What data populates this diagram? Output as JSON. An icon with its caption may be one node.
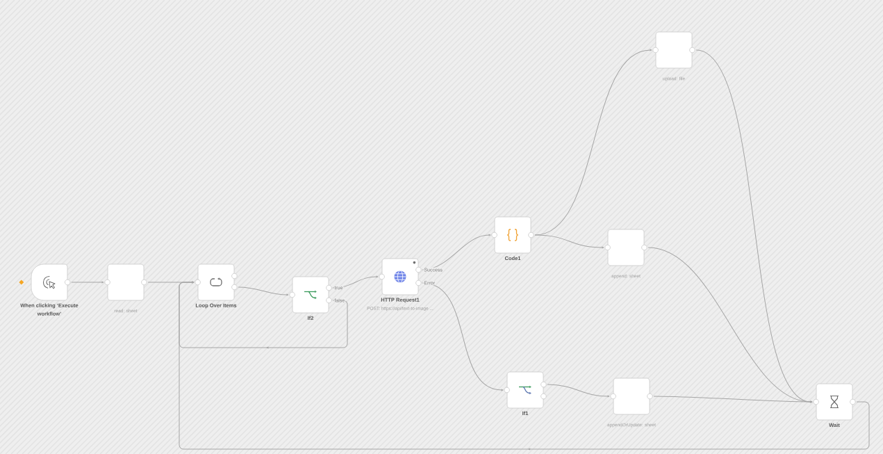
{
  "diagram": {
    "nodes": [
      {
        "text": [
          "When clicking ‘Execute workflow’"
        ]
      },
      {
        "text": [
          "read: sheet"
        ]
      },
      {
        "text": [
          "Loop Over Items"
        ]
      },
      {
        "text": [
          "If2"
        ]
      },
      {
        "text": [
          "HTTP Request1",
          "POST: https://api/text-to-image ..."
        ]
      },
      {
        "text": [
          "Code1"
        ]
      },
      {
        "text": [
          "upload: file"
        ]
      },
      {
        "text": [
          "append: sheet"
        ]
      },
      {
        "text": [
          "If1"
        ]
      },
      {
        "text": [
          "appendOrUpdate: sheet"
        ]
      },
      {
        "text": [
          "Wait"
        ]
      }
    ],
    "edges": [
      {
        "from": 0,
        "to": 1,
        "arrow": "to"
      },
      {
        "from": 1,
        "to": 2,
        "arrow": "to"
      },
      {
        "from": 2,
        "to": 3,
        "arrow": "to"
      },
      {
        "from": 3,
        "to": 4,
        "arrow": "to",
        "label": "true"
      },
      {
        "from": 3,
        "to": 2,
        "arrow": "to",
        "label": "false"
      },
      {
        "from": 4,
        "to": 5,
        "arrow": "to",
        "label": "Success"
      },
      {
        "from": 4,
        "to": 8,
        "arrow": "to",
        "label": "Error"
      },
      {
        "from": 5,
        "to": 6,
        "arrow": "to"
      },
      {
        "from": 5,
        "to": 7,
        "arrow": "to"
      },
      {
        "from": 8,
        "to": 9,
        "arrow": "to"
      },
      {
        "from": 6,
        "to": 10,
        "arrow": "to"
      },
      {
        "from": 7,
        "to": 10,
        "arrow": "to"
      },
      {
        "from": 9,
        "to": 10,
        "arrow": "to"
      },
      {
        "from": 10,
        "to": 2,
        "arrow": "to"
      }
    ]
  }
}
